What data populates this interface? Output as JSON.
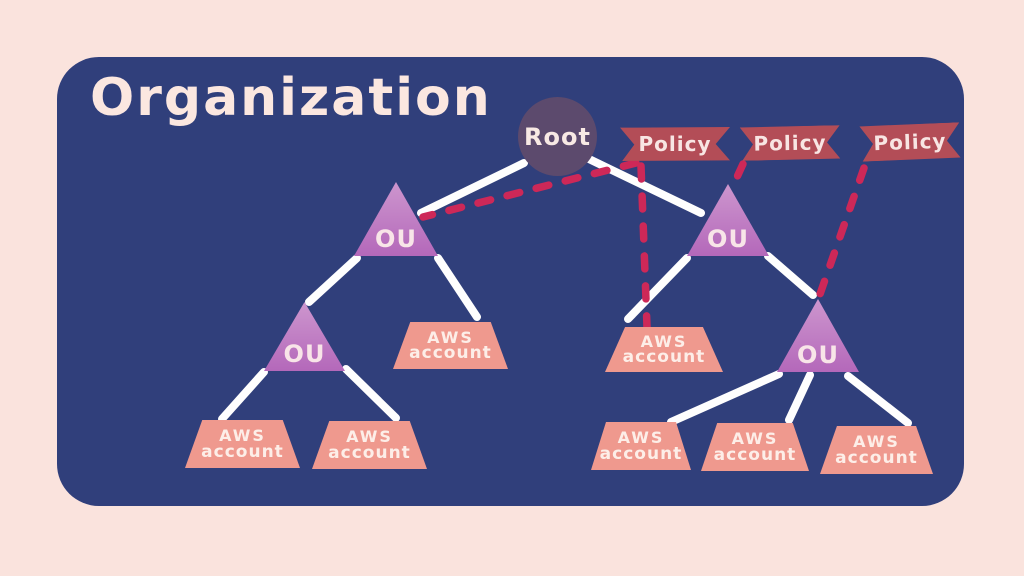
{
  "title": "Organization",
  "root": {
    "label": "Root"
  },
  "policies": [
    {
      "label": "Policy"
    },
    {
      "label": "Policy"
    },
    {
      "label": "Policy"
    }
  ],
  "ous": [
    {
      "label": "OU"
    },
    {
      "label": "OU"
    },
    {
      "label": "OU"
    },
    {
      "label": "OU"
    }
  ],
  "accounts": [
    {
      "line1": "AWS",
      "line2": "account"
    },
    {
      "line1": "AWS",
      "line2": "account"
    },
    {
      "line1": "AWS",
      "line2": "account"
    },
    {
      "line1": "AWS",
      "line2": "account"
    },
    {
      "line1": "AWS",
      "line2": "account"
    },
    {
      "line1": "AWS",
      "line2": "account"
    }
  ],
  "colors": {
    "background": "#fae3dd",
    "panel": "#303f7b",
    "root_node": "#5c4a6d",
    "ou_node": "#bd77c0",
    "account_node": "#ef998e",
    "policy_banner": "#b34d57",
    "tree_edge": "#fefefe",
    "policy_edge": "#cd2858",
    "text": "#fbe7e0"
  }
}
